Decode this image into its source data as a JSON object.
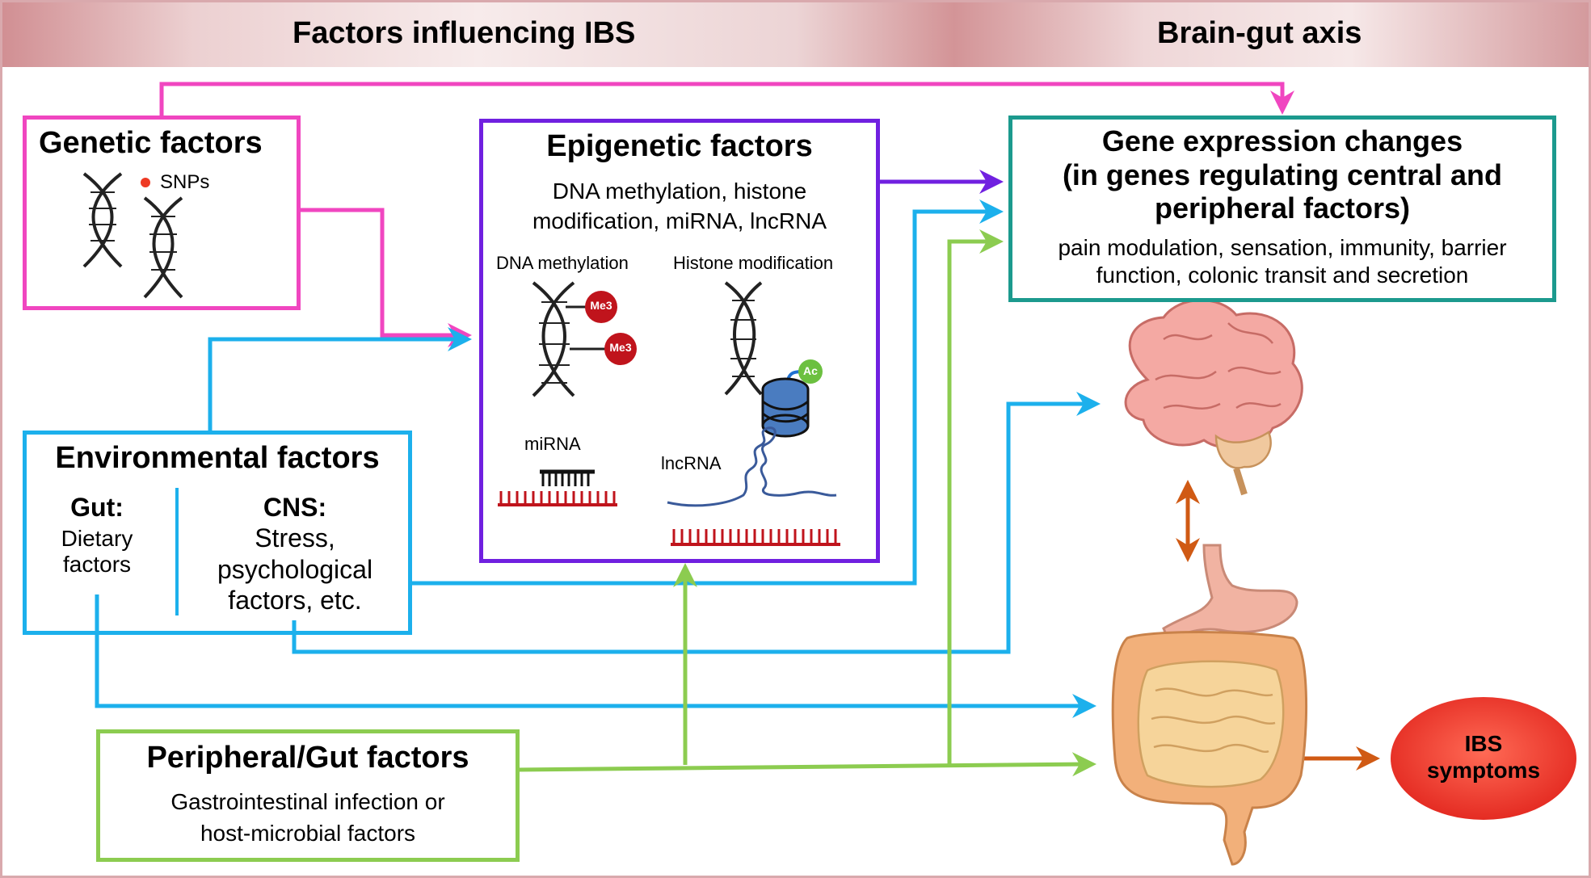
{
  "header": {
    "left_title": "Factors influencing IBS",
    "right_title": "Brain-gut axis"
  },
  "genetic": {
    "title": "Genetic factors",
    "snp_label": "SNPs"
  },
  "epigenetic": {
    "title": "Epigenetic factors",
    "line1": "DNA methylation, histone",
    "line2": "modification, miRNA, lncRNA",
    "dna_methylation_label": "DNA methylation",
    "histone_label": "Histone modification",
    "me3": "Me3",
    "ac": "Ac",
    "mirna_label": "miRNA",
    "lncrna_label": "lncRNA"
  },
  "gene_expression": {
    "title1": "Gene expression changes",
    "title2": "(in genes regulating central and",
    "title3": "peripheral factors)",
    "body1": "pain modulation, sensation, immunity, barrier",
    "body2": "function, colonic transit and secretion"
  },
  "environmental": {
    "title": "Environmental factors",
    "gut_label": "Gut:",
    "gut_line1": "Dietary",
    "gut_line2": "factors",
    "cns_label": "CNS:",
    "cns_line1": "Stress,",
    "cns_line2": "psychological",
    "cns_line3": "factors, etc."
  },
  "peripheral": {
    "title": "Peripheral/Gut factors",
    "line1": "Gastrointestinal infection or",
    "line2": "host-microbial factors"
  },
  "outcome": {
    "line1": "IBS",
    "line2": "symptoms"
  },
  "colors": {
    "genetic": "#f046c0",
    "epigenetic": "#7020e0",
    "gene_expression": "#1c9a8e",
    "environmental": "#1cb0ec",
    "peripheral": "#8ccc50",
    "brain_gut": "#d05a14",
    "symptoms": "#ee3a24"
  }
}
